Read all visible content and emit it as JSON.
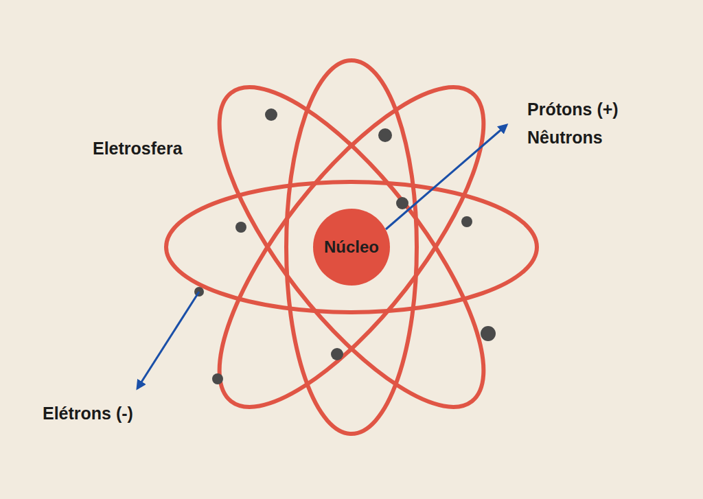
{
  "diagram": {
    "nodes": [
      {
        "text": [
          "Núcleo"
        ]
      }
    ],
    "labels": [
      "Eletrosfera",
      "Prótons (+)",
      "Nêutrons",
      "Elétrons (-)"
    ]
  }
}
